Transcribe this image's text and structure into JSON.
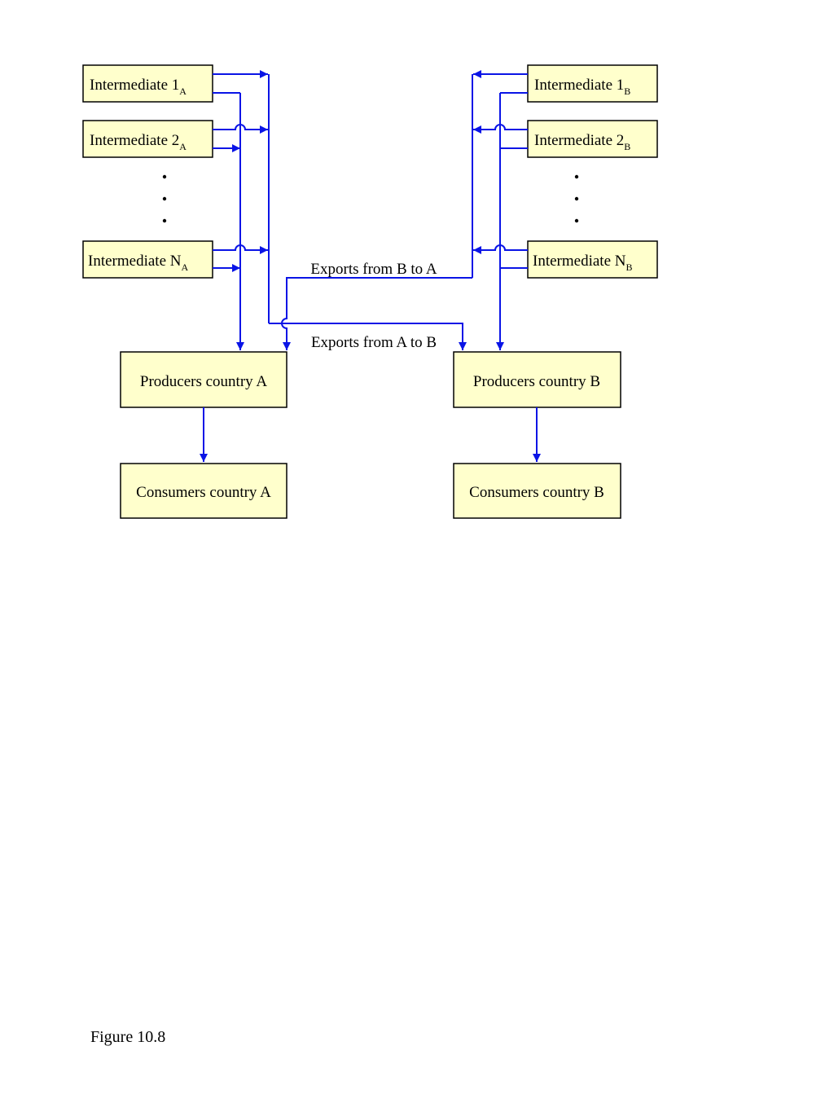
{
  "diagram": {
    "intermediates_a": [
      {
        "label": "Intermediate 1",
        "subscript": "A"
      },
      {
        "label": "Intermediate 2",
        "subscript": "A"
      },
      {
        "label": "Intermediate N",
        "subscript": "A"
      }
    ],
    "intermediates_b": [
      {
        "label": "Intermediate 1",
        "subscript": "B"
      },
      {
        "label": "Intermediate 2",
        "subscript": "B"
      },
      {
        "label": "Intermediate N",
        "subscript": "B"
      }
    ],
    "producers_a": "Producers country A",
    "producers_b": "Producers country B",
    "consumers_a": "Consumers country A",
    "consumers_b": "Consumers country B",
    "exports_b_to_a": "Exports from B to A",
    "exports_a_to_b": "Exports from A to B",
    "wire_color": "#0a14e6",
    "box_fill": "#ffffcc"
  },
  "caption": "Figure 10.8"
}
